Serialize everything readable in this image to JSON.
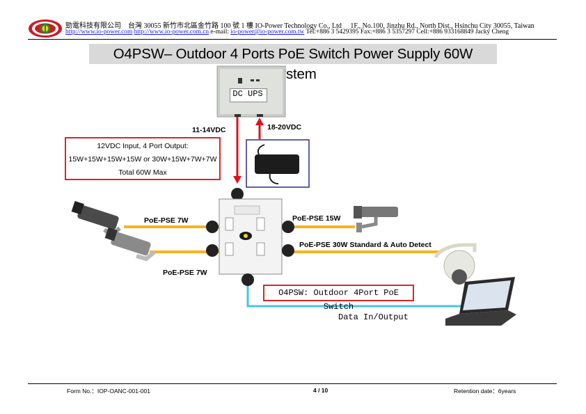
{
  "header": {
    "line1": "勁電科技有限公司　台灣 30055 新竹市北區金竹路 100 號 1 樓 IO-Power Technology Co., Ltd　 1F., No.100, Jinzhu Rd., North Dist., Hsinchu City 30055, Taiwan",
    "link1": "http://www.io-power.com",
    "link2": "http://www.io-power.com.cn",
    "email_label": "e-mail:",
    "email": "io-power@io-power.com.tw",
    "contact": "Tel:+886 3 5429395 Fax:+886 3 5357297 Cell:+886 933168849 Jacky Cheng"
  },
  "title": "O4PSW– Outdoor 4 Ports PoE Switch Power Supply 60W System",
  "diagram": {
    "ups_label": "DC UPS",
    "voltage_out": "11-14VDC",
    "voltage_in": "18-20VDC",
    "spec_lines": [
      "12VDC Input, 4 Port Output:",
      "15W+15W+15W+15W or 30W+15W+7W+7W",
      "Total 60W Max"
    ],
    "port_left_top": "PoE-PSE 7W",
    "port_left_bottom": "PoE-PSE 7W",
    "port_right_top": "PoE-PSE 15W",
    "port_right_mid": "PoE-PSE 30W Standard & Auto Detect",
    "switch_name": "O4PSW: Outdoor 4Port PoE Switch",
    "data_label": "Data In/Output",
    "colors": {
      "red_box": "#d9252b",
      "poe_line": "#f5b51b",
      "data_line": "#44c3ee",
      "power_line": "#e0101b"
    }
  },
  "footer": {
    "form_no": "Form No.：IOP-OANC-001-001",
    "page": "4 / 10",
    "retention": "Retention date：6years"
  }
}
